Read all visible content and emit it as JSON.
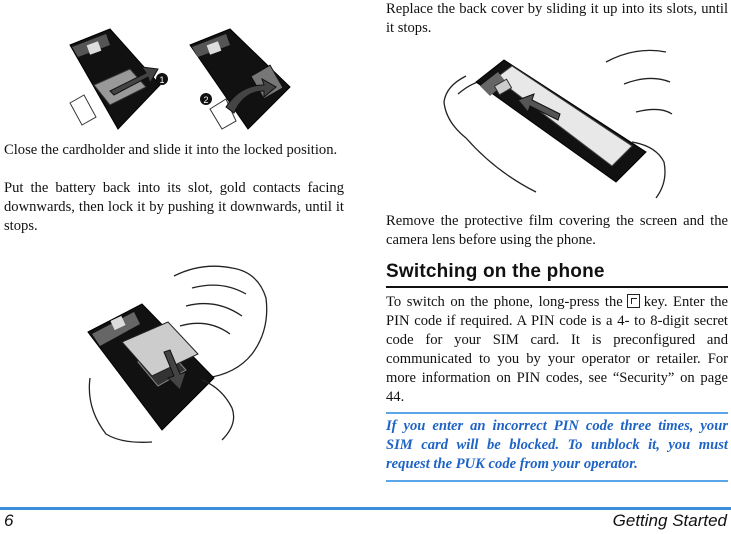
{
  "left": {
    "para1": "Close the cardholder and slide it into the locked position.",
    "para2": "Put the battery back into its slot, gold contacts facing downwards, then lock it by pushing it downwards, until it stops.",
    "step_markers": [
      "1",
      "2"
    ]
  },
  "right": {
    "para1": "Replace the back cover by sliding it up into its slots, until it stops.",
    "para2": "Remove the protective film covering the screen and the camera lens before using the phone.",
    "section_title": "Switching on the phone",
    "para3_before_icon": "To switch on the phone, long-press the",
    "para3_after_icon": "key. Enter the PIN code if required. A PIN code is a 4- to 8-digit secret code for your SIM card. It is preconfigured and communicated to you by your operator or retailer. For more information on PIN codes, see “Security” on page 44.",
    "note": "If you enter an incorrect PIN code three times, your SIM card will be blocked. To unblock it, you must request the PUK code from your operator."
  },
  "footer": {
    "page_number": "6",
    "chapter": "Getting Started"
  },
  "colors": {
    "accent_blue": "#1e63c6",
    "rule_blue": "#3a8fdc"
  },
  "icons": {
    "power_key": "end-key-icon"
  }
}
